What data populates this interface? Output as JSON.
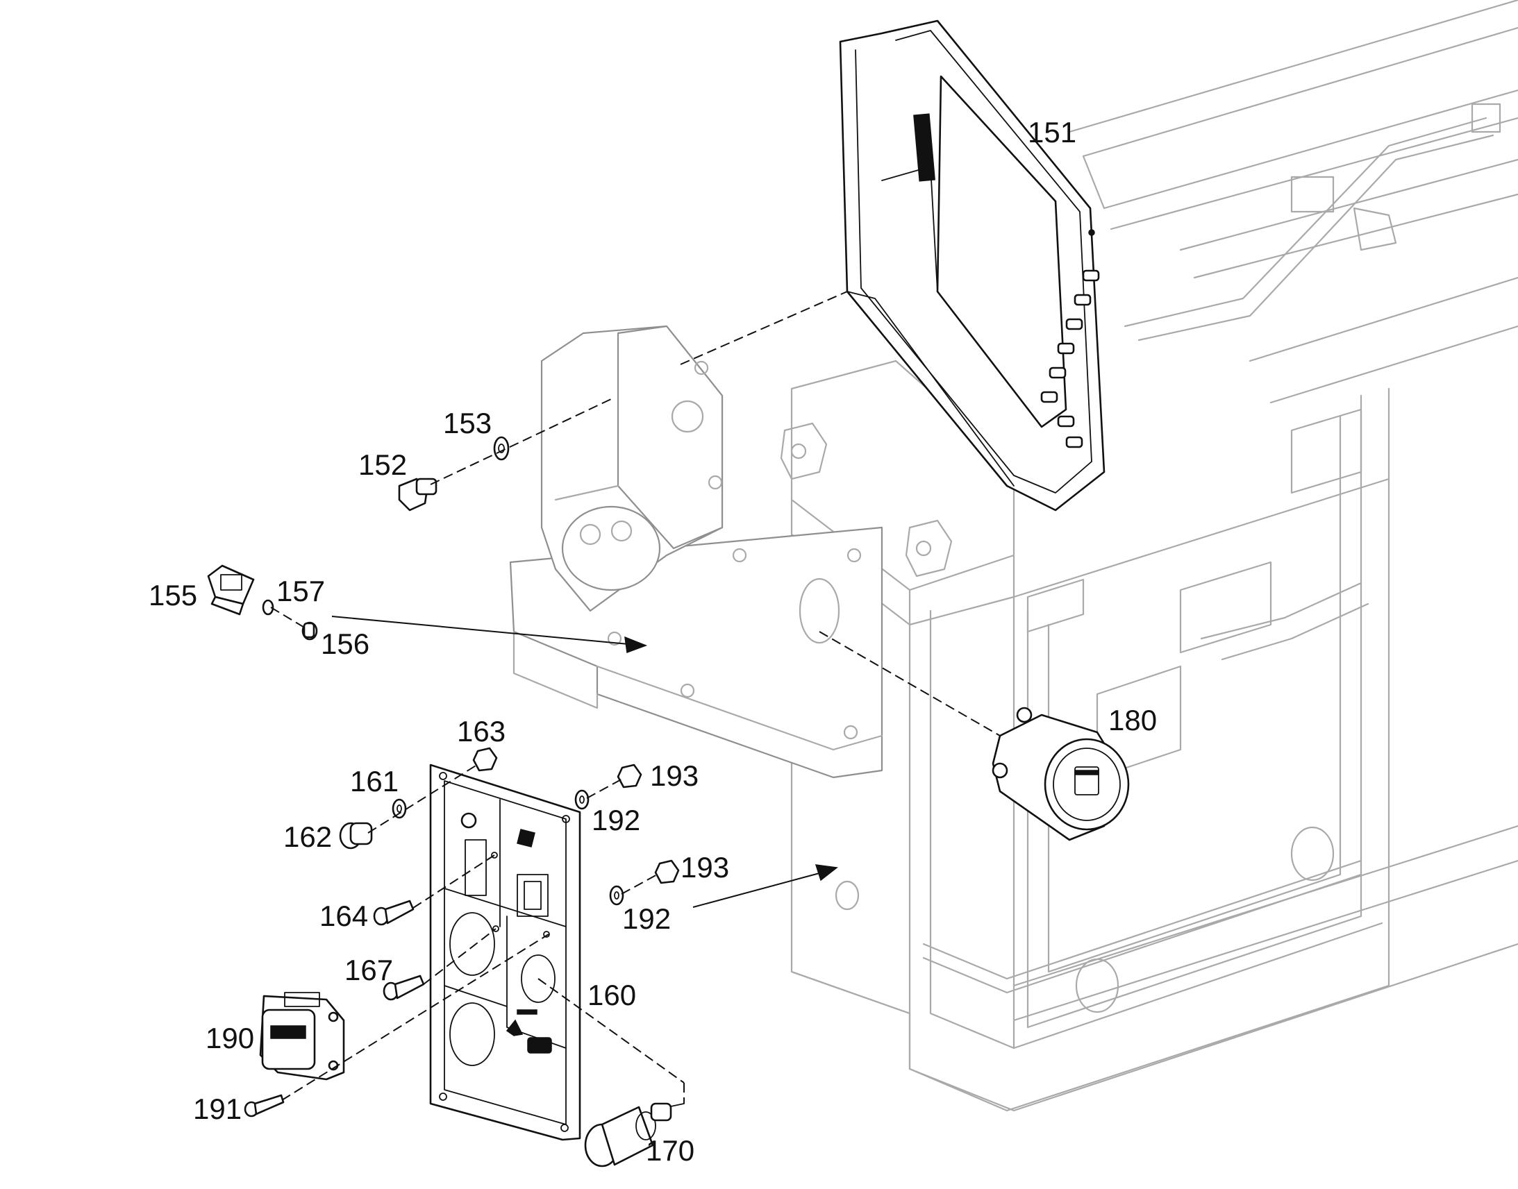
{
  "diagram": {
    "colors": {
      "line": "#111111",
      "ghost_line": "#a9a9a9",
      "background": "#ffffff"
    },
    "callouts": [
      {
        "id": "c151",
        "text": "151"
      },
      {
        "id": "c152",
        "text": "152"
      },
      {
        "id": "c153",
        "text": "153"
      },
      {
        "id": "c155",
        "text": "155"
      },
      {
        "id": "c156",
        "text": "156"
      },
      {
        "id": "c157",
        "text": "157"
      },
      {
        "id": "c160",
        "text": "160"
      },
      {
        "id": "c161",
        "text": "161"
      },
      {
        "id": "c162",
        "text": "162"
      },
      {
        "id": "c163",
        "text": "163"
      },
      {
        "id": "c164",
        "text": "164"
      },
      {
        "id": "c167",
        "text": "167"
      },
      {
        "id": "c170",
        "text": "170"
      },
      {
        "id": "c180",
        "text": "180"
      },
      {
        "id": "c190",
        "text": "190"
      },
      {
        "id": "c191",
        "text": "191"
      },
      {
        "id": "c192a",
        "text": "192"
      },
      {
        "id": "c192b",
        "text": "192"
      },
      {
        "id": "c193a",
        "text": "193"
      },
      {
        "id": "c193b",
        "text": "193"
      }
    ]
  }
}
